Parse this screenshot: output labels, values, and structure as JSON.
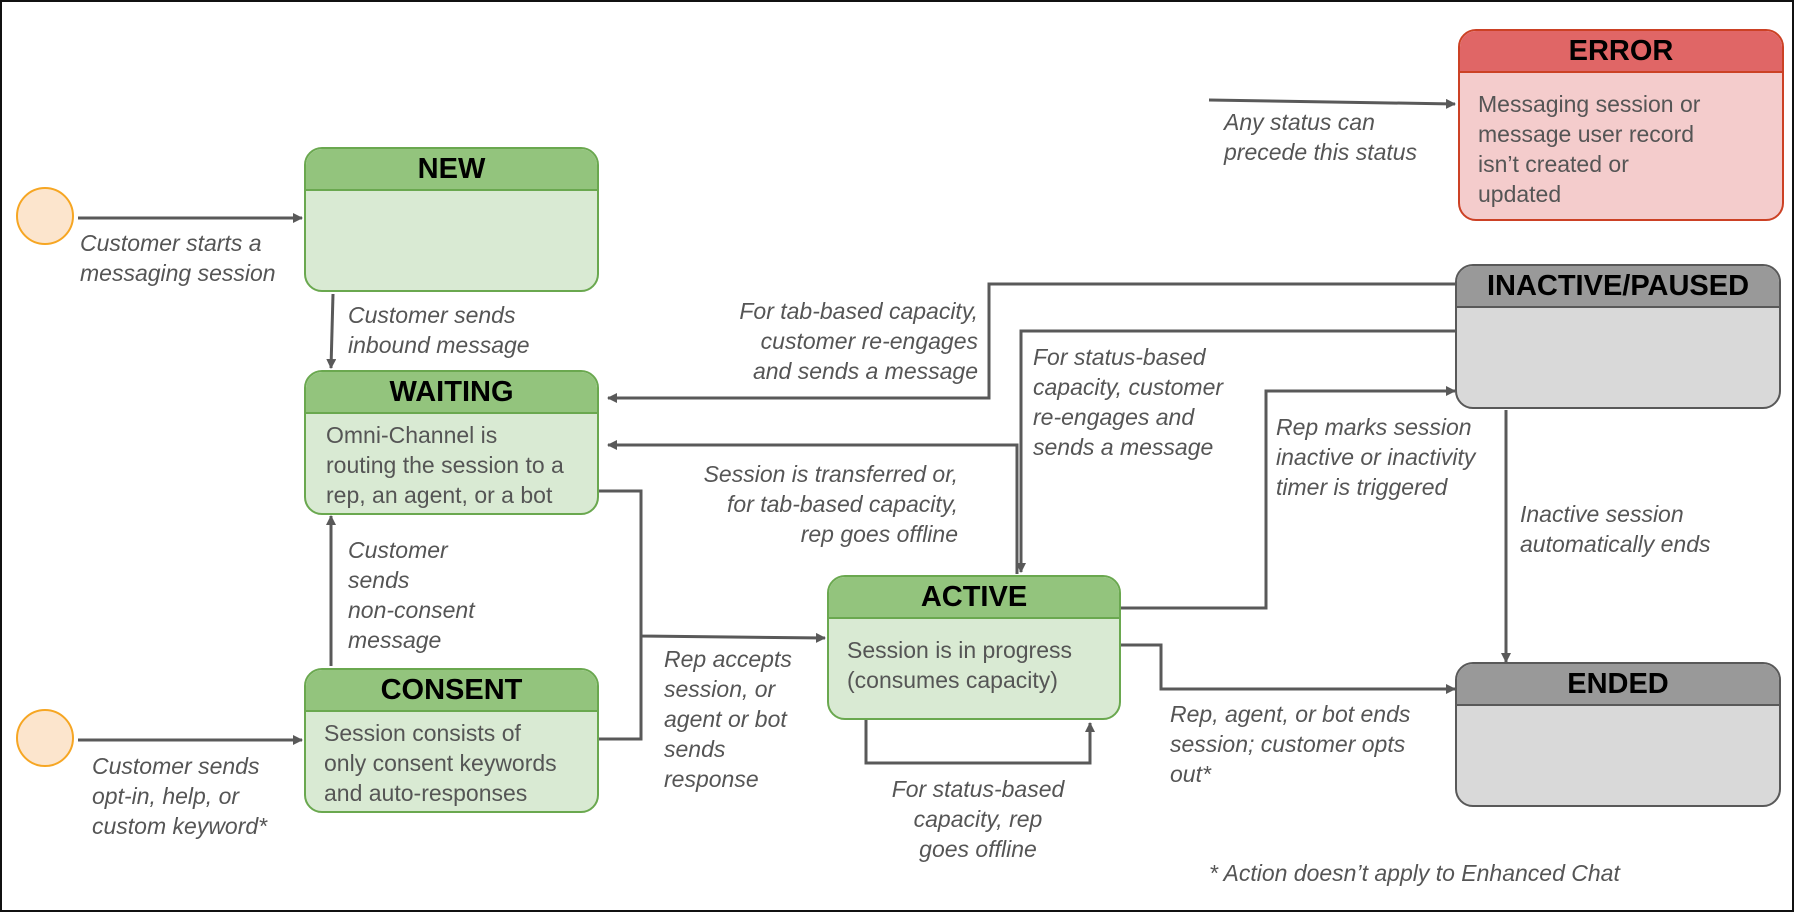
{
  "nodes": {
    "new": {
      "title": "NEW",
      "body": ""
    },
    "waiting": {
      "title": "WAITING",
      "body": "Omni-Channel is\nrouting the session to a\nrep, an agent, or a bot"
    },
    "consent": {
      "title": "CONSENT",
      "body": "Session consists of\nonly consent keywords\nand auto-responses"
    },
    "active": {
      "title": "ACTIVE",
      "body": "Session is in progress\n(consumes capacity)"
    },
    "error": {
      "title": "ERROR",
      "body": "Messaging session or\nmessage user record\nisn’t created or\nupdated"
    },
    "inactive": {
      "title": "INACTIVE/PAUSED",
      "body": ""
    },
    "ended": {
      "title": "ENDED",
      "body": ""
    }
  },
  "labels": {
    "customer_starts": "Customer starts a\nmessaging session",
    "inbound_message": "Customer sends\ninbound message",
    "non_consent": "Customer\nsends\nnon-consent\nmessage",
    "opt_in": "Customer sends\nopt-in, help, or\ncustom keyword*",
    "tab_reengage": "For tab-based capacity,\ncustomer re-engages\nand sends a message",
    "status_reengage": "For status-based\ncapacity, customer\nre-engages and\nsends a message",
    "transferred": "Session is transferred or,\nfor tab-based capacity,\nrep goes offline",
    "rep_accepts": "Rep accepts\nsession, or\nagent or bot\nsends\nresponse",
    "status_offline": "For status-based\ncapacity, rep\ngoes offline",
    "marks_inactive": "Rep marks session\ninactive or inactivity\ntimer is triggered",
    "auto_ends": "Inactive session\nautomatically ends",
    "rep_ends": "Rep, agent, or bot ends\nsession; customer opts\nout*",
    "any_status": "Any status can\nprecede this status"
  },
  "footnote": "* Action doesn’t apply to Enhanced Chat",
  "colors": {
    "green_fill": "#d9ead3",
    "green_header": "#93c47d",
    "green_border": "#6aa84f",
    "gray_fill": "#d9d9d9",
    "gray_header": "#999999",
    "gray_border": "#595959",
    "red_fill": "#f4cccc",
    "red_header": "#e06666",
    "red_border": "#cc4125",
    "arrow": "#595959",
    "label_text": "#555555",
    "start_fill": "#fce5cd",
    "start_border": "#f6a623"
  }
}
